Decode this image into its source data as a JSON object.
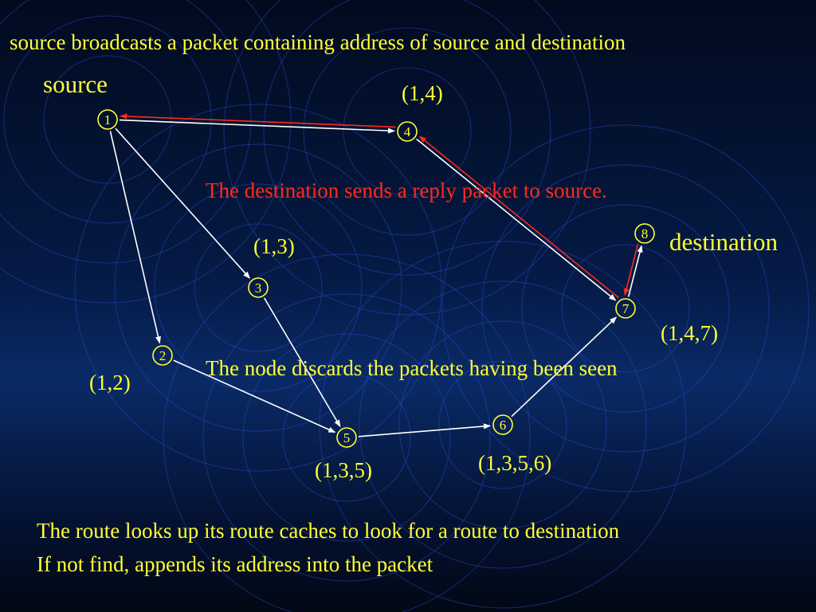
{
  "slide": {
    "title": "source broadcasts a packet containing address of source and destination",
    "source_label": "source",
    "destination_label": "destination",
    "reply_note": "The destination sends a reply packet to source.",
    "discard_note": "The node discards the packets having been seen",
    "caption_lines": [
      "The route looks up its route caches to look for a route to destination",
      "If not find, appends its address into the packet"
    ]
  },
  "route_records": {
    "n4": "(1,4)",
    "n3": "(1,3)",
    "n2": "(1,2)",
    "n7": "(1,4,7)",
    "n5": "(1,3,5)",
    "n6": "(1,3,5,6)"
  },
  "nodes": [
    {
      "id": "1",
      "label": "1"
    },
    {
      "id": "2",
      "label": "2"
    },
    {
      "id": "3",
      "label": "3"
    },
    {
      "id": "4",
      "label": "4"
    },
    {
      "id": "5",
      "label": "5"
    },
    {
      "id": "6",
      "label": "6"
    },
    {
      "id": "7",
      "label": "7"
    },
    {
      "id": "8",
      "label": "8"
    }
  ],
  "edges": [
    {
      "from": "1",
      "to": "4",
      "kind": "broadcast"
    },
    {
      "from": "1",
      "to": "3",
      "kind": "broadcast"
    },
    {
      "from": "1",
      "to": "2",
      "kind": "broadcast"
    },
    {
      "from": "4",
      "to": "7",
      "kind": "broadcast"
    },
    {
      "from": "3",
      "to": "5",
      "kind": "broadcast"
    },
    {
      "from": "2",
      "to": "5",
      "kind": "broadcast"
    },
    {
      "from": "5",
      "to": "6",
      "kind": "broadcast"
    },
    {
      "from": "6",
      "to": "7",
      "kind": "broadcast"
    },
    {
      "from": "7",
      "to": "8",
      "kind": "broadcast"
    },
    {
      "from": "8",
      "to": "7",
      "kind": "reply"
    },
    {
      "from": "7",
      "to": "4",
      "kind": "reply"
    },
    {
      "from": "4",
      "to": "1",
      "kind": "reply"
    }
  ],
  "colors": {
    "text": "#ffff33",
    "reply": "#ff2a1a",
    "broadcast_edge": "#ffffff",
    "node_ring": "#ffff33",
    "range_rings": "#2a4fd6"
  }
}
